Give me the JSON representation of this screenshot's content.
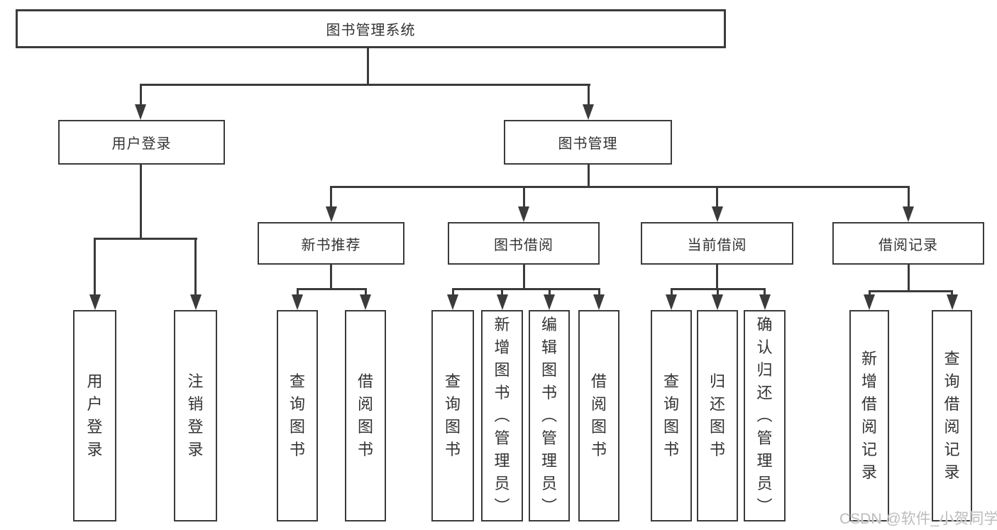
{
  "diagram": {
    "root_label": "图书管理系统",
    "level2": {
      "user_login": "用户登录",
      "book_management": "图书管理"
    },
    "level3": {
      "new_book_recommend": "新书推荐",
      "book_borrowing": "图书借阅",
      "current_borrowing": "当前借阅",
      "borrowing_records": "借阅记录"
    },
    "leaves": {
      "user_login": [
        "用户登录",
        "注销登录"
      ],
      "new_book_recommend": [
        "查询图书",
        "借阅图书"
      ],
      "book_borrowing": [
        "查询图书",
        "新增图书（管理员）",
        "编辑图书（管理员）",
        "借阅图书"
      ],
      "current_borrowing": [
        "查询图书",
        "归还图书",
        "确认归还（管理员）"
      ],
      "borrowing_records": [
        "新增借阅记录",
        "查询借阅记录"
      ]
    }
  },
  "watermark": {
    "text": "CSDN @软件_小贺同学",
    "color": "#bcbcbc"
  },
  "colors": {
    "line": "#3b3b3b",
    "text": "#333333",
    "background": "#ffffff"
  }
}
